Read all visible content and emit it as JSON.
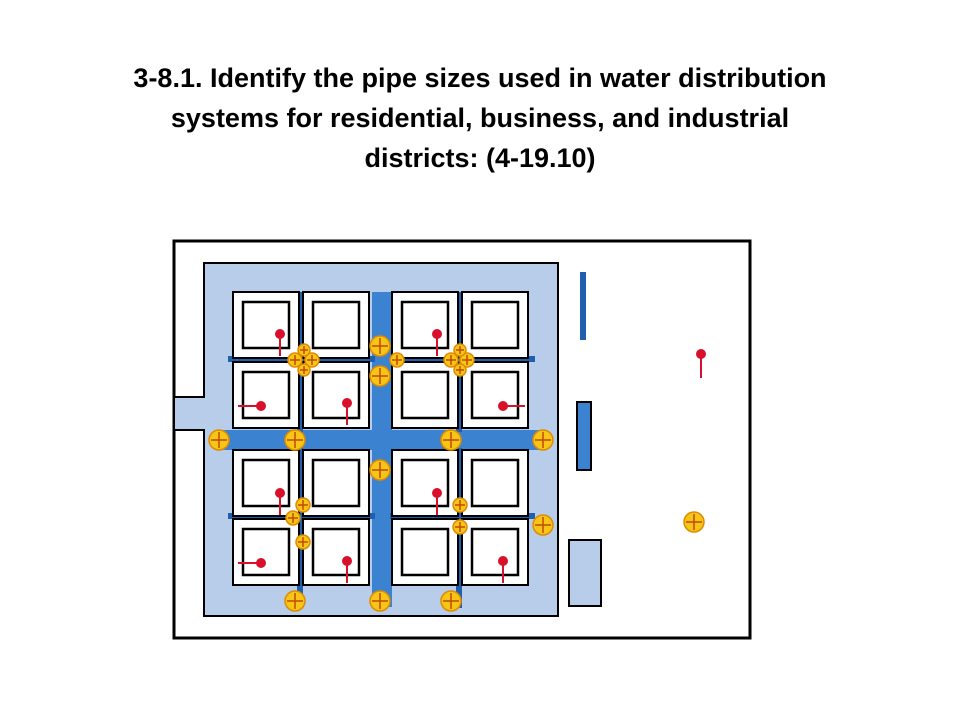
{
  "slide": {
    "title_lines": [
      "3-8.1. Identify the pipe sizes used in water distribution",
      "systems for residential, business, and industrial",
      "districts: (4-19.10)"
    ]
  },
  "diagram": {
    "colors": {
      "outline": "#000000",
      "district_fill": "#b8cde9",
      "main_pipe": "#3b82d0",
      "branch_pipe": "#1f5fae",
      "hydrant_fill": "#f5c518",
      "hydrant_stroke": "#e08a00",
      "valve_cross": "#c04a00",
      "service_marker": "#d8102c"
    },
    "icons": [
      "hydrant-icon",
      "service-connection-icon"
    ]
  }
}
